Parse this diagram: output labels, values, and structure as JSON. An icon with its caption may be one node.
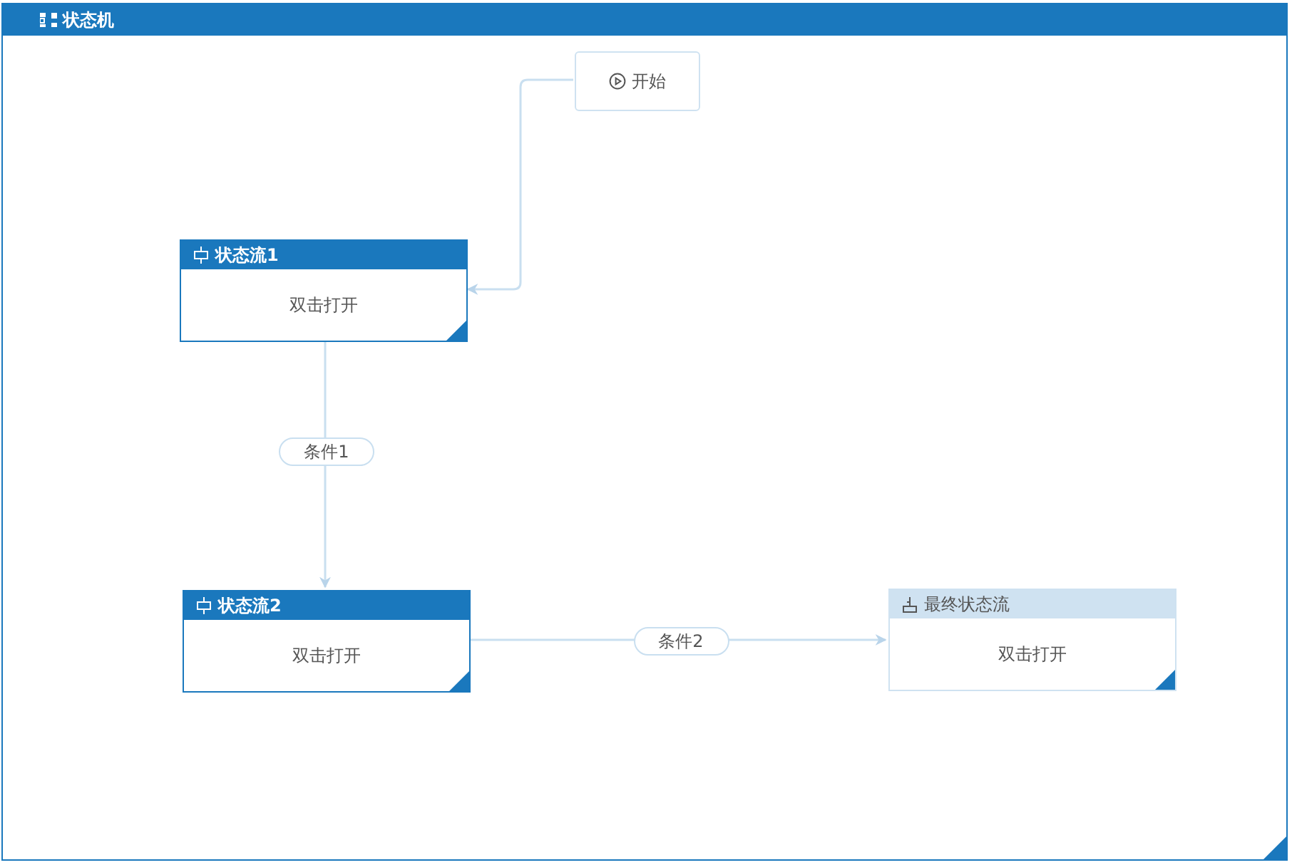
{
  "diagram": {
    "nodes": [
      {
        "text": [
          "状态机"
        ]
      },
      {
        "text": [
          "开始"
        ],
        "in": 0
      },
      {
        "text": [
          "状态流1",
          "双击打开"
        ],
        "in": 0
      },
      {
        "text": [
          "状态流2",
          "双击打开"
        ],
        "in": 0
      },
      {
        "text": [
          "最终状态流",
          "双击打开"
        ],
        "in": 0
      }
    ],
    "edges": [
      {
        "from": 1,
        "to": 2,
        "arrow": "to"
      },
      {
        "from": 2,
        "to": 3,
        "arrow": "to",
        "label": "条件1"
      },
      {
        "from": 3,
        "to": 4,
        "arrow": "to",
        "label": "条件2"
      }
    ]
  }
}
